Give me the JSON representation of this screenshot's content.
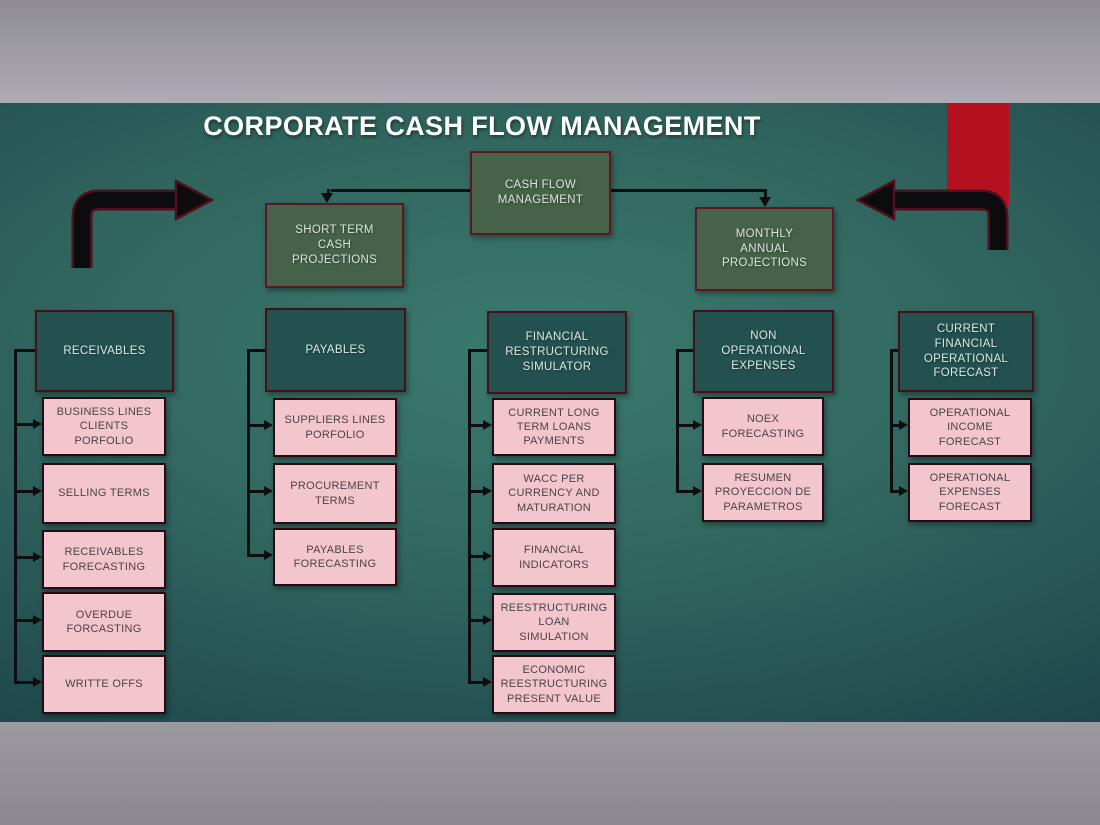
{
  "title": "CORPORATE CASH FLOW MANAGEMENT",
  "root": {
    "label": "CASH FLOW\nMANAGEMENT"
  },
  "branches": [
    {
      "label": "SHORT TERM\nCASH\nPROJECTIONS"
    },
    {
      "label": "MONTHLY\nANNUAL\nPROJECTIONS"
    }
  ],
  "columns": [
    {
      "header": "RECEIVABLES",
      "children": [
        "BUSINESS LINES\nCLIENTS\nPORFOLIO",
        "SELLING TERMS",
        "RECEIVABLES\nFORECASTING",
        "OVERDUE\nFORCASTING",
        "WRITTE OFFS"
      ]
    },
    {
      "header": "PAYABLES",
      "children": [
        "SUPPLIERS LINES\nPORFOLIO",
        "PROCUREMENT\nTERMS",
        "PAYABLES\nFORECASTING"
      ]
    },
    {
      "header": "FINANCIAL\nRESTRUCTURING\nSIMULATOR",
      "children": [
        "CURRENT LONG\nTERM LOANS\nPAYMENTS",
        "WACC PER\nCURRENCY AND\nMATURATION",
        "FINANCIAL\nINDICATORS",
        "REESTRUCTURING\nLOAN\nSIMULATION",
        "ECONOMIC\nREESTRUCTURING\nPRESENT VALUE"
      ]
    },
    {
      "header": "NON\nOPERATIONAL\nEXPENSES",
      "children": [
        "NOEX\nFORECASTING",
        "RESUMEN\nPROYECCION DE\nPARAMETROS"
      ]
    },
    {
      "header": "CURRENT\nFINANCIAL\nOPERATIONAL\nFORECAST",
      "children": [
        "OPERATIONAL\nINCOME\nFORECAST",
        "OPERATIONAL\nEXPENSES\nFORECAST"
      ]
    }
  ],
  "colors": {
    "slide_center": "#3b7a6d",
    "slide_edge": "#112f3a",
    "header_box_fill": "#235150",
    "branch_box_fill": "#46634a",
    "child_box_fill": "#f3c5cd",
    "box_border": "#4a0e1a",
    "red_block": "#b5101f",
    "connector": "#0e0e10",
    "title_color": "#ffffff",
    "letterbox_gray": "#9c99a1"
  }
}
